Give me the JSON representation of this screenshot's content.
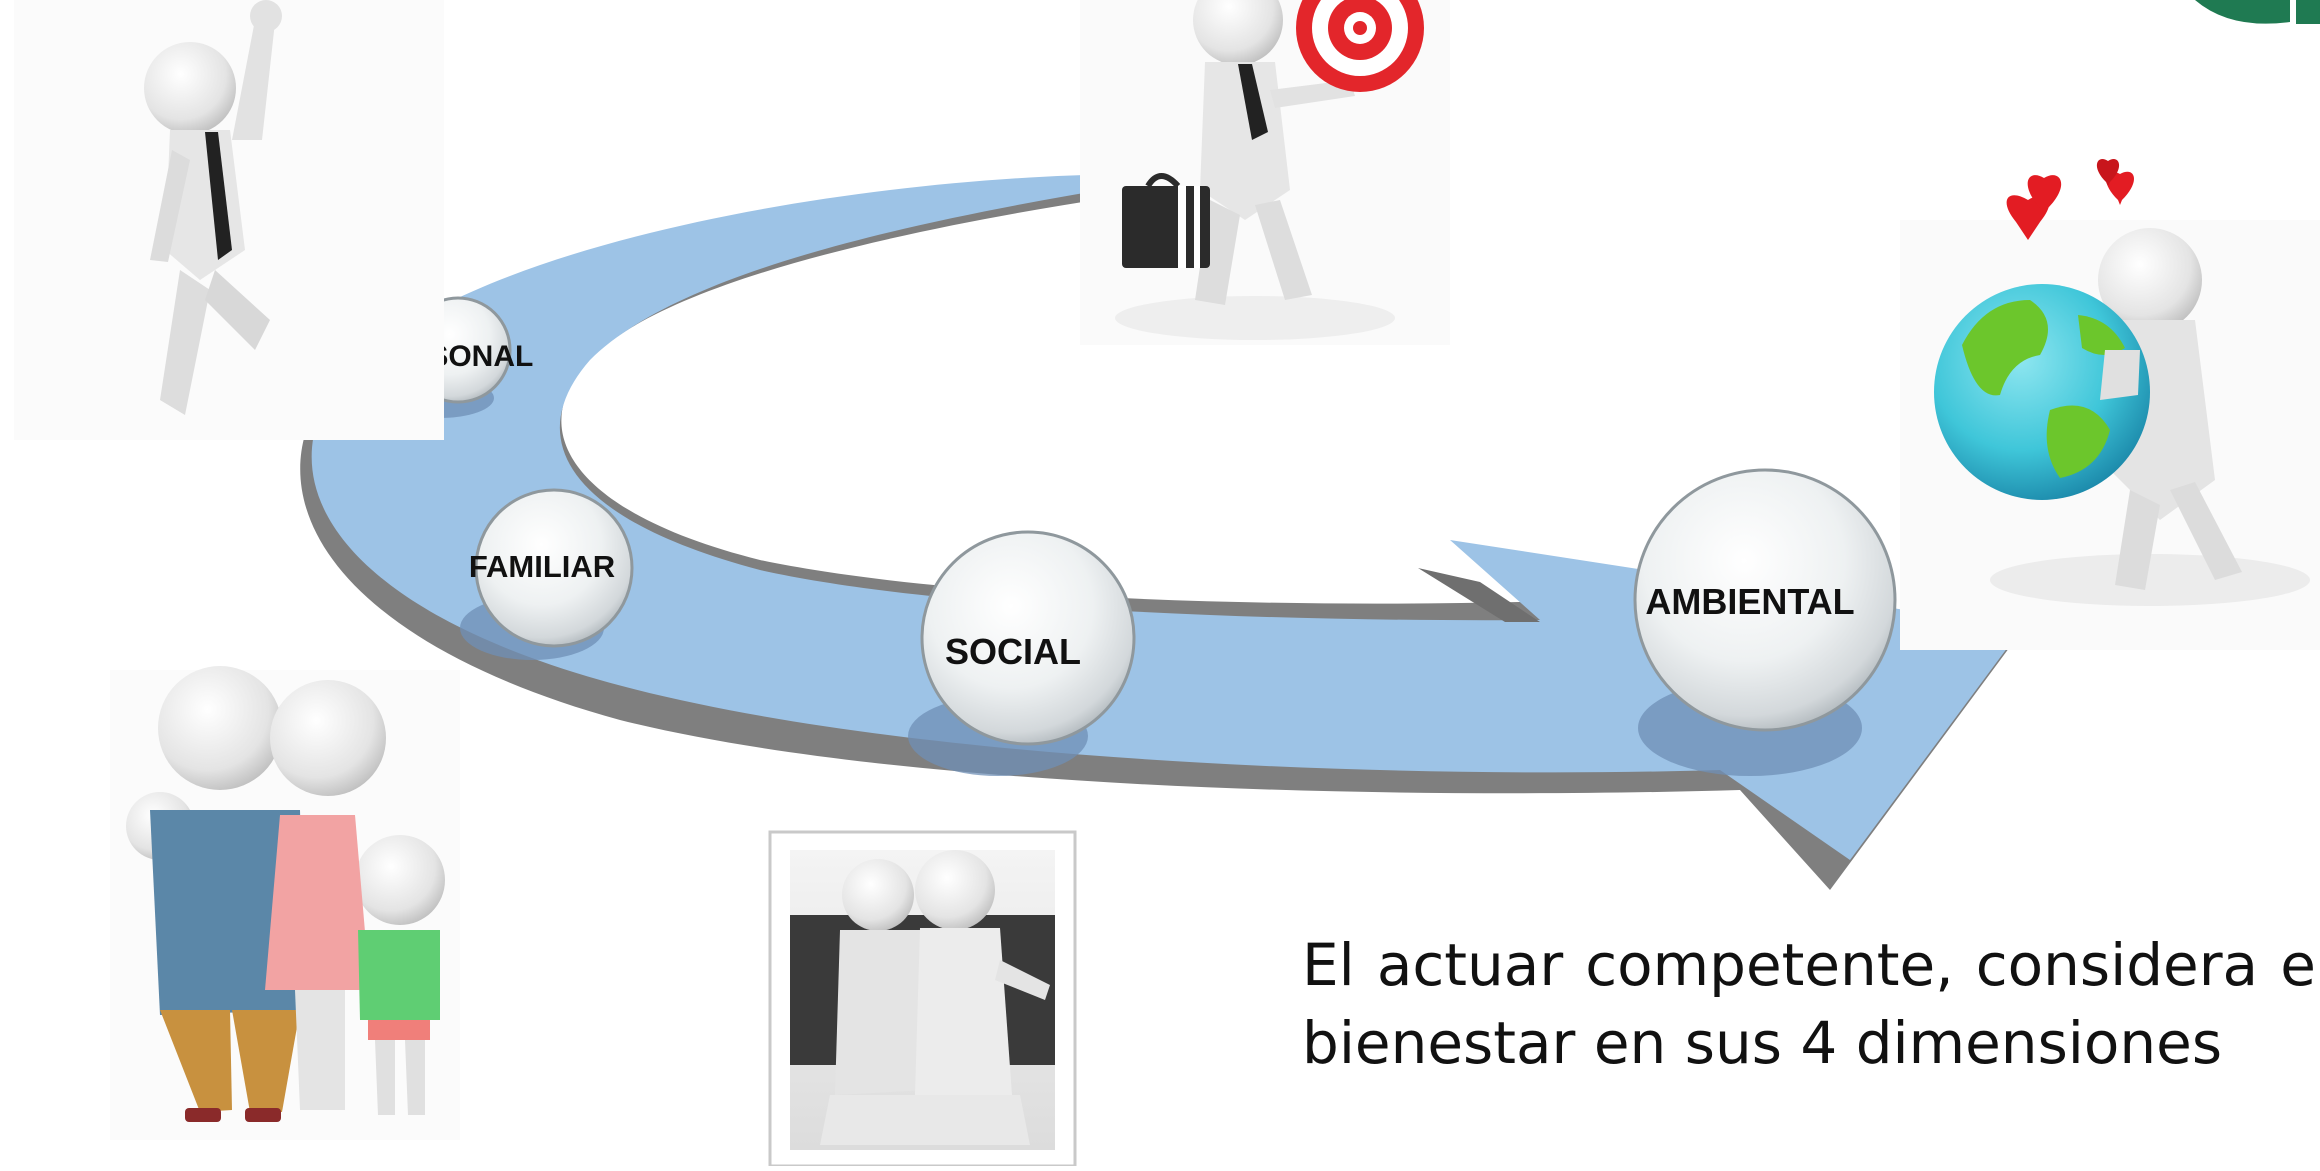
{
  "dimensions": [
    {
      "key": "personal",
      "label": "PERSONAL"
    },
    {
      "key": "familiar",
      "label": "FAMILIAR"
    },
    {
      "key": "social",
      "label": "SOCIAL"
    },
    {
      "key": "ambiental",
      "label": "AMBIENTAL"
    }
  ],
  "caption": {
    "line1_words": [
      "El",
      "actuar",
      "competente,",
      "considera",
      "el"
    ],
    "line2": "bienestar en sus 4 dimensiones"
  },
  "colors": {
    "arrow": "#9dc3e6",
    "arrow_shadow": "#7f7f7f",
    "sphere": "#eef1f2",
    "sphere_shadow": "#6f8fb5",
    "heart": "#e31c23",
    "target": "#e3262b",
    "globe_sea": "#3fc6d9",
    "globe_land": "#6cc62c",
    "corner_logo": "#1f7a52"
  },
  "icons": [
    "jumping-person-icon",
    "target-holding-businessman-icon",
    "globe-hugging-person-icon",
    "family-group-icon",
    "embracing-friends-photo-icon",
    "hearts-icon",
    "corner-logo-icon"
  ]
}
